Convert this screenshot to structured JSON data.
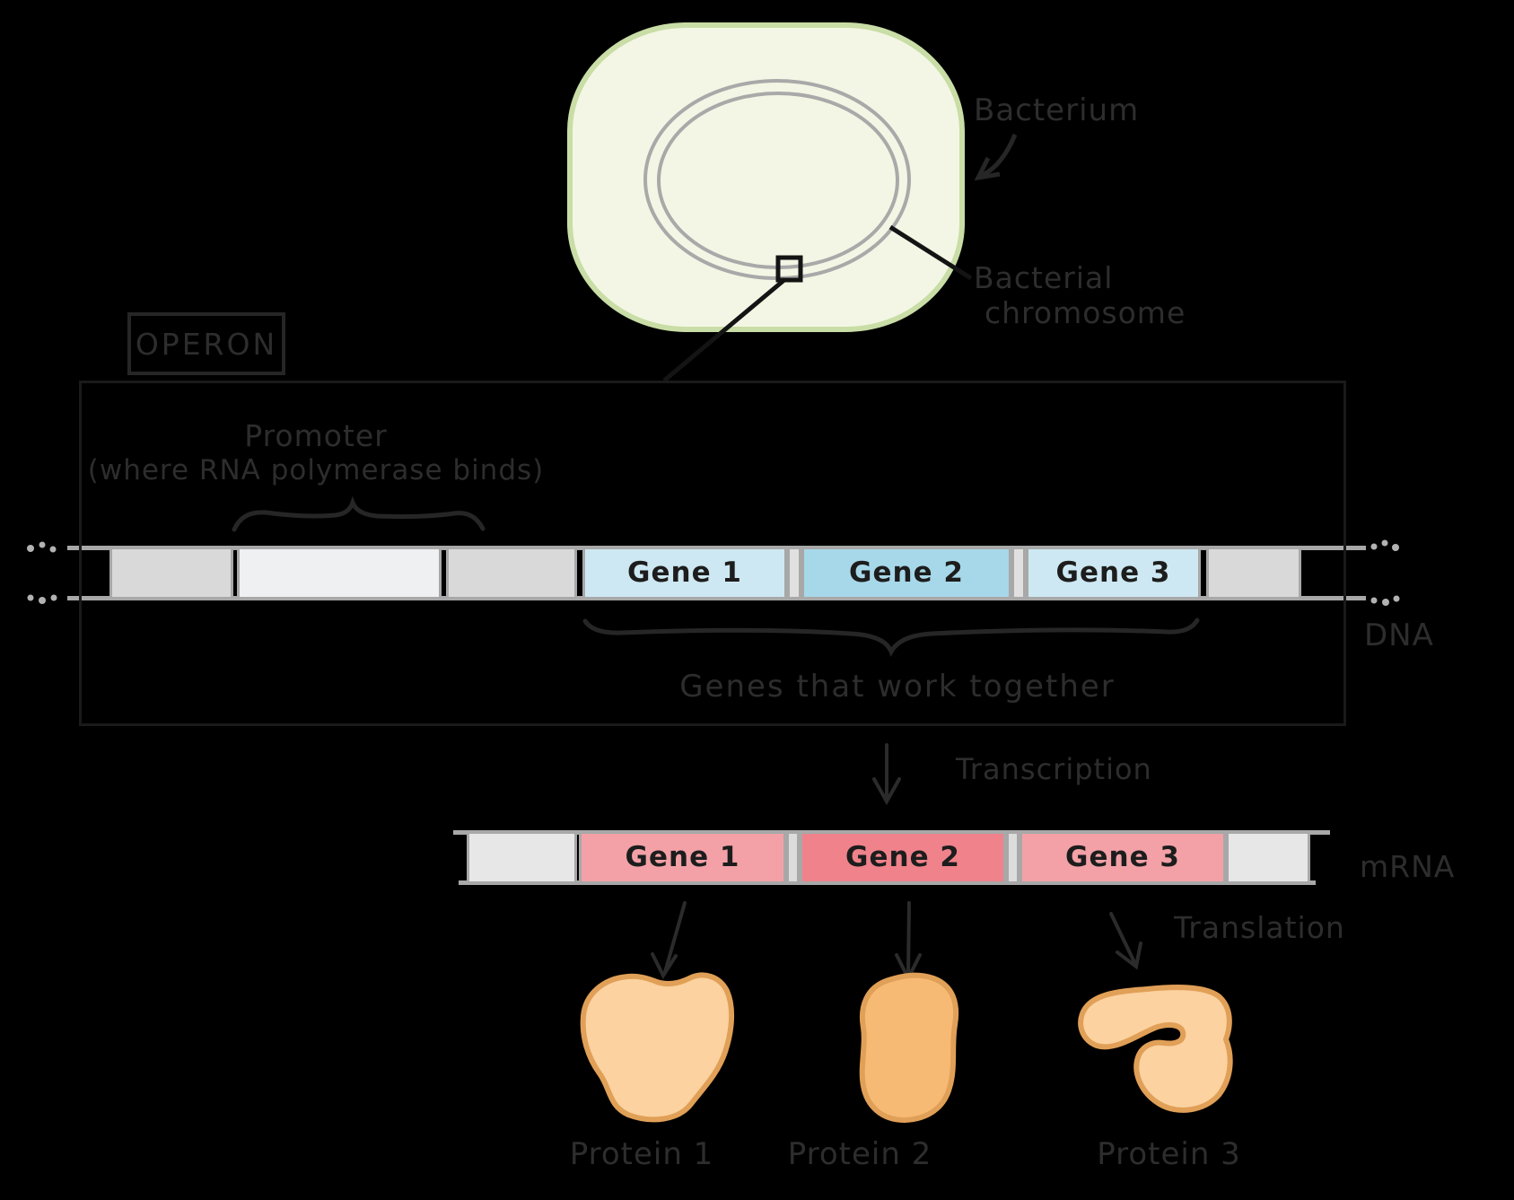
{
  "colors": {
    "bg": "#000000",
    "ink": "#2d2d2d",
    "line": "#1a1a1a",
    "strip-border": "#a8a8a8",
    "cell-fill": "#f3f6e4",
    "cell-stroke": "#c9dda6",
    "ring-stroke": "#a9a9a9",
    "dna-gray": "#d9d9d9",
    "promoter-white": "#eef0f2",
    "gene-blue-light": "#cde8f2",
    "gene-blue-dark": "#a7d8e9",
    "mrna-gray": "#e7e7e7",
    "gene-pink-light": "#f3a1a7",
    "gene-pink-dark": "#f0828b",
    "protein-fill-light": "#fbd2a0",
    "protein-fill-dark": "#f7ba75",
    "protein-stroke": "#e1a057"
  },
  "bacterium": {
    "label": "Bacterium",
    "chromosome_label_line1": "Bacterial",
    "chromosome_label_line2": "chromosome"
  },
  "operon": {
    "tag": "OPERON",
    "promoter_title": "Promoter",
    "promoter_subtitle": "(where RNA polymerase binds)",
    "genes_caption": "Genes that work together"
  },
  "dna": {
    "label": "DNA",
    "genes": [
      "Gene 1",
      "Gene 2",
      "Gene 3"
    ]
  },
  "transcription": {
    "label": "Transcription"
  },
  "mrna": {
    "label": "mRNA",
    "genes": [
      "Gene 1",
      "Gene 2",
      "Gene 3"
    ]
  },
  "translation": {
    "label": "Translation"
  },
  "proteins": [
    "Protein 1",
    "Protein 2",
    "Protein 3"
  ]
}
